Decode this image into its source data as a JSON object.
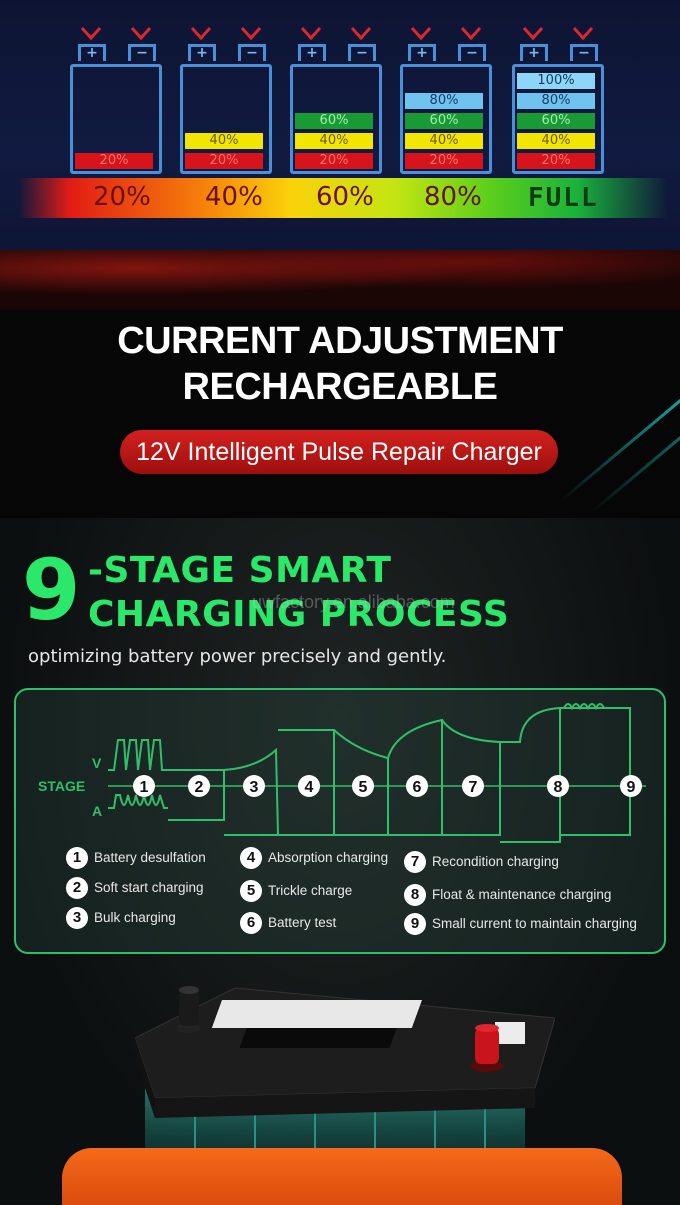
{
  "levels": {
    "batteries": [
      {
        "cells": [
          "20%"
        ]
      },
      {
        "cells": [
          "20%",
          "40%"
        ]
      },
      {
        "cells": [
          "20%",
          "40%",
          "60%"
        ]
      },
      {
        "cells": [
          "20%",
          "40%",
          "60%",
          "80%"
        ]
      },
      {
        "cells": [
          "20%",
          "40%",
          "60%",
          "80%",
          "100%"
        ]
      }
    ],
    "terminal_pos": "+",
    "terminal_neg": "−",
    "scale": [
      "20%",
      "40%",
      "60%",
      "80%"
    ],
    "full_label": "FULL"
  },
  "promo": {
    "title_line1": "CURRENT ADJUSTMENT",
    "title_line2": "RECHARGEABLE",
    "pill": "12V Intelligent Pulse Repair Charger"
  },
  "stages": {
    "big_number": "9",
    "title_line1": "-STAGE SMART",
    "title_line2": "CHARGING PROCESS",
    "watermark": "uwfactory.en.alibaba.com",
    "subtitle": "optimizing battery power precisely and gently.",
    "diagram": {
      "v_label": "V",
      "stage_label": "STAGE",
      "a_label": "A",
      "numbers": [
        "1",
        "2",
        "3",
        "4",
        "5",
        "6",
        "7",
        "8",
        "9"
      ]
    },
    "legend": [
      {
        "num": "1",
        "text": "Battery desulfation"
      },
      {
        "num": "2",
        "text": "Soft start charging"
      },
      {
        "num": "3",
        "text": "Bulk charging"
      },
      {
        "num": "4",
        "text": "Absorption charging"
      },
      {
        "num": "5",
        "text": "Trickle charge"
      },
      {
        "num": "6",
        "text": "Battery test"
      },
      {
        "num": "7",
        "text": "Recondition charging"
      },
      {
        "num": "8",
        "text": "Float & maintenance charging"
      },
      {
        "num": "9",
        "text": "Small current to maintain charging"
      }
    ]
  },
  "colors": {
    "accent_green": "#2ae86a",
    "panel_border": "#2fbf6a",
    "pill_red": "#c41a18",
    "battery_blue": "#4a90d9"
  }
}
